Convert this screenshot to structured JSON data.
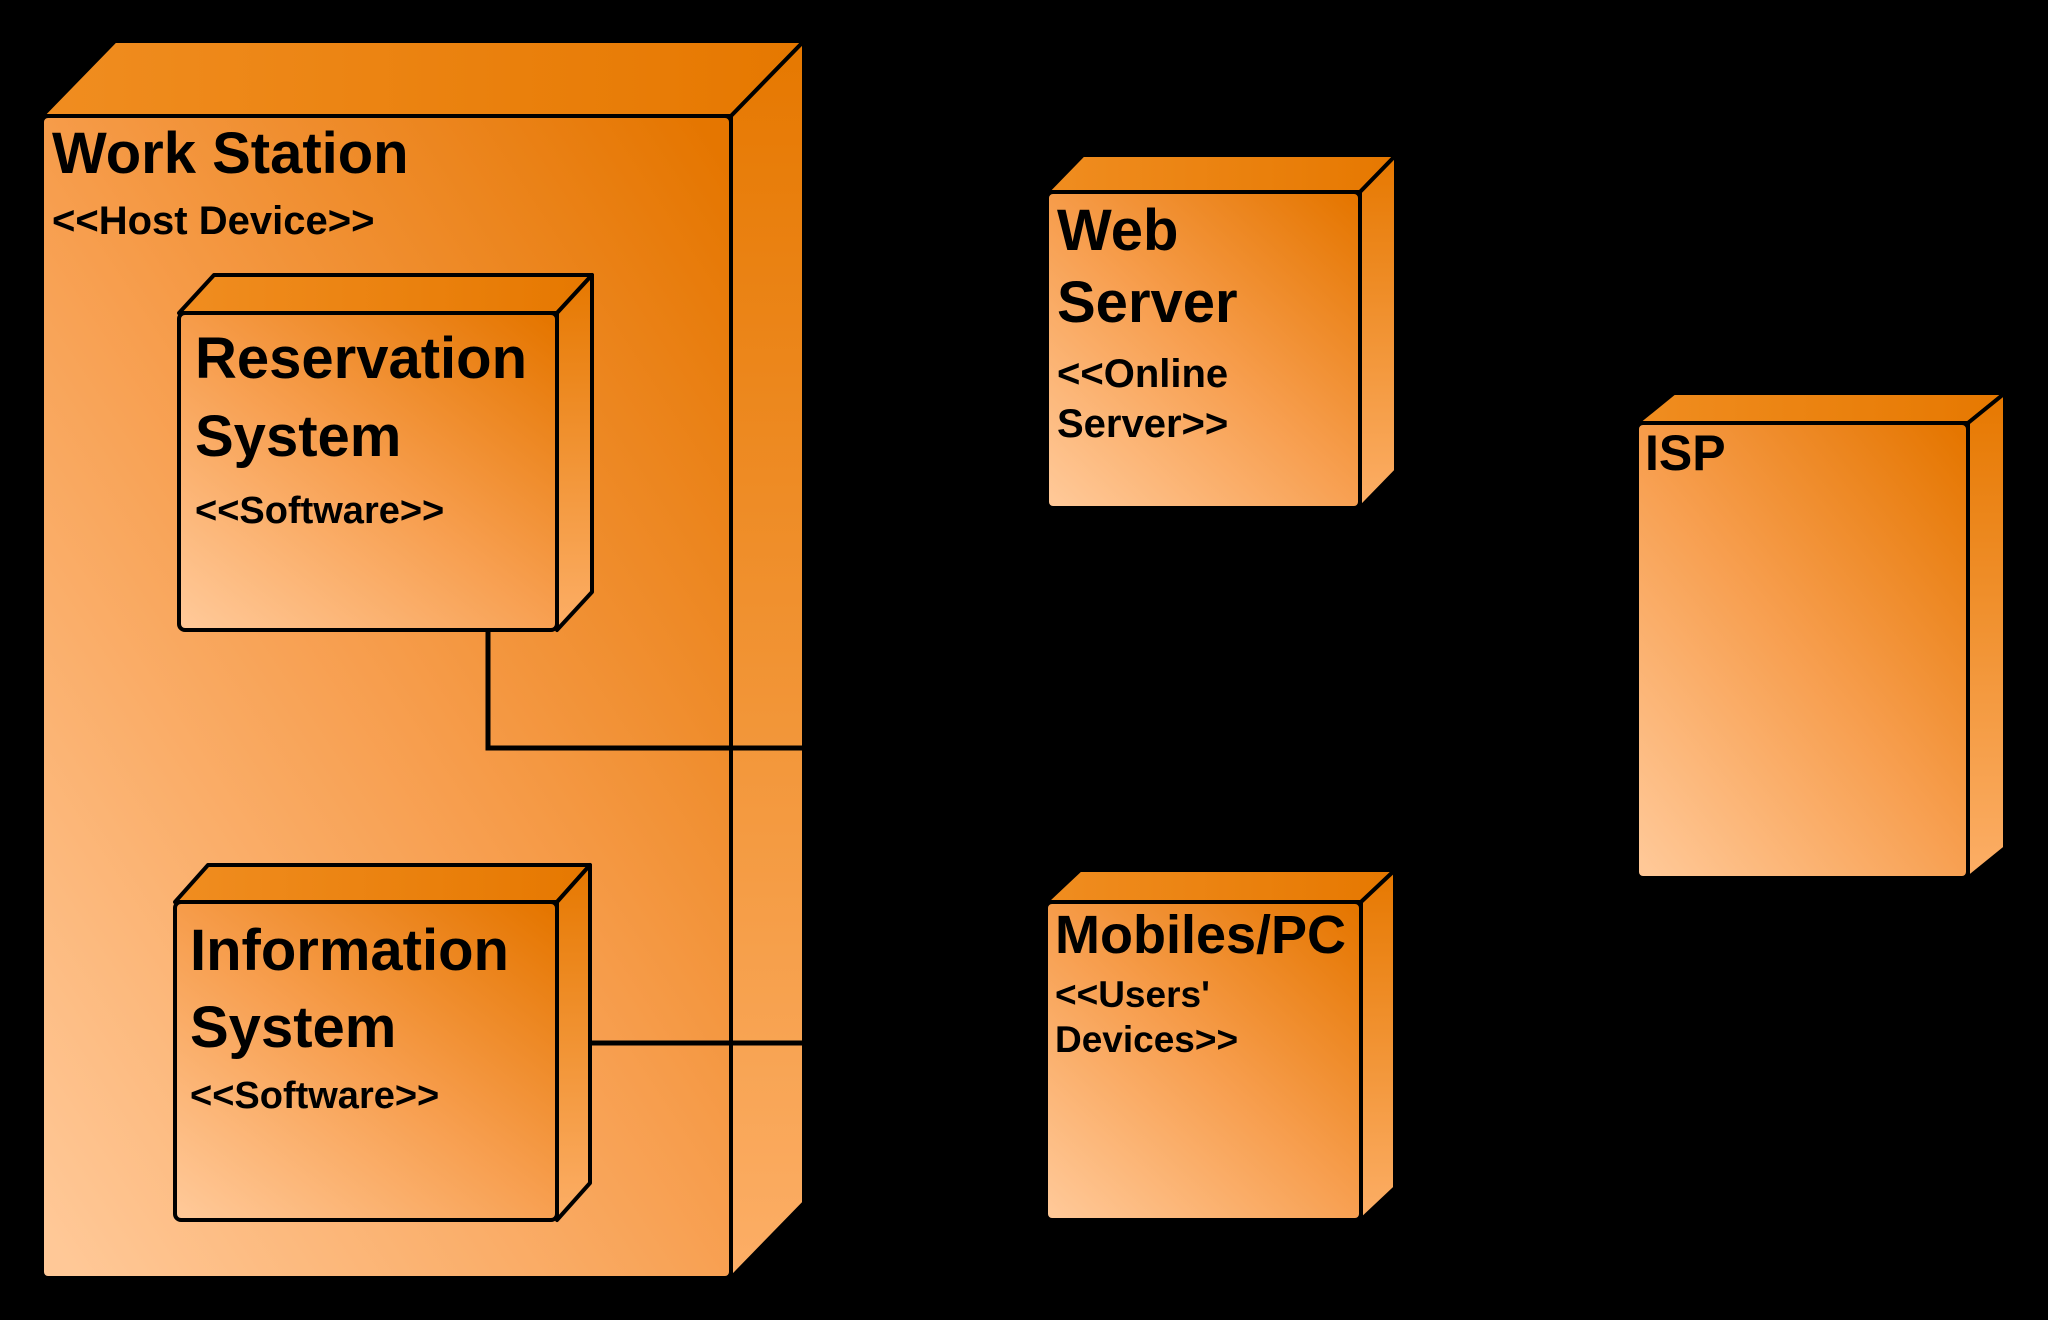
{
  "diagram": {
    "kind": "uml-deployment-diagram",
    "background_color": "#000000",
    "outline_color": "#000000",
    "node_gradient_dark": "#e57600",
    "node_gradient_mid": "#f79e4e",
    "node_gradient_light": "#ffc897",
    "nodes": {
      "work_station": {
        "title": "Work Station",
        "stereotype": "<<Host Device>>"
      },
      "reservation_system": {
        "title_lines": [
          "Reservation",
          "System"
        ],
        "stereotype": "<<Software>>"
      },
      "information_system": {
        "title_lines": [
          "Information",
          "System"
        ],
        "stereotype": "<<Software>>"
      },
      "web_server": {
        "title_lines": [
          "Web",
          "Server"
        ],
        "stereotype_lines": [
          "<<Online",
          "Server>>"
        ]
      },
      "mobiles_pc": {
        "title": "Mobiles/PC",
        "stereotype_lines": [
          "<<Users'",
          "Devices>>"
        ]
      },
      "isp": {
        "title": "ISP"
      }
    }
  }
}
